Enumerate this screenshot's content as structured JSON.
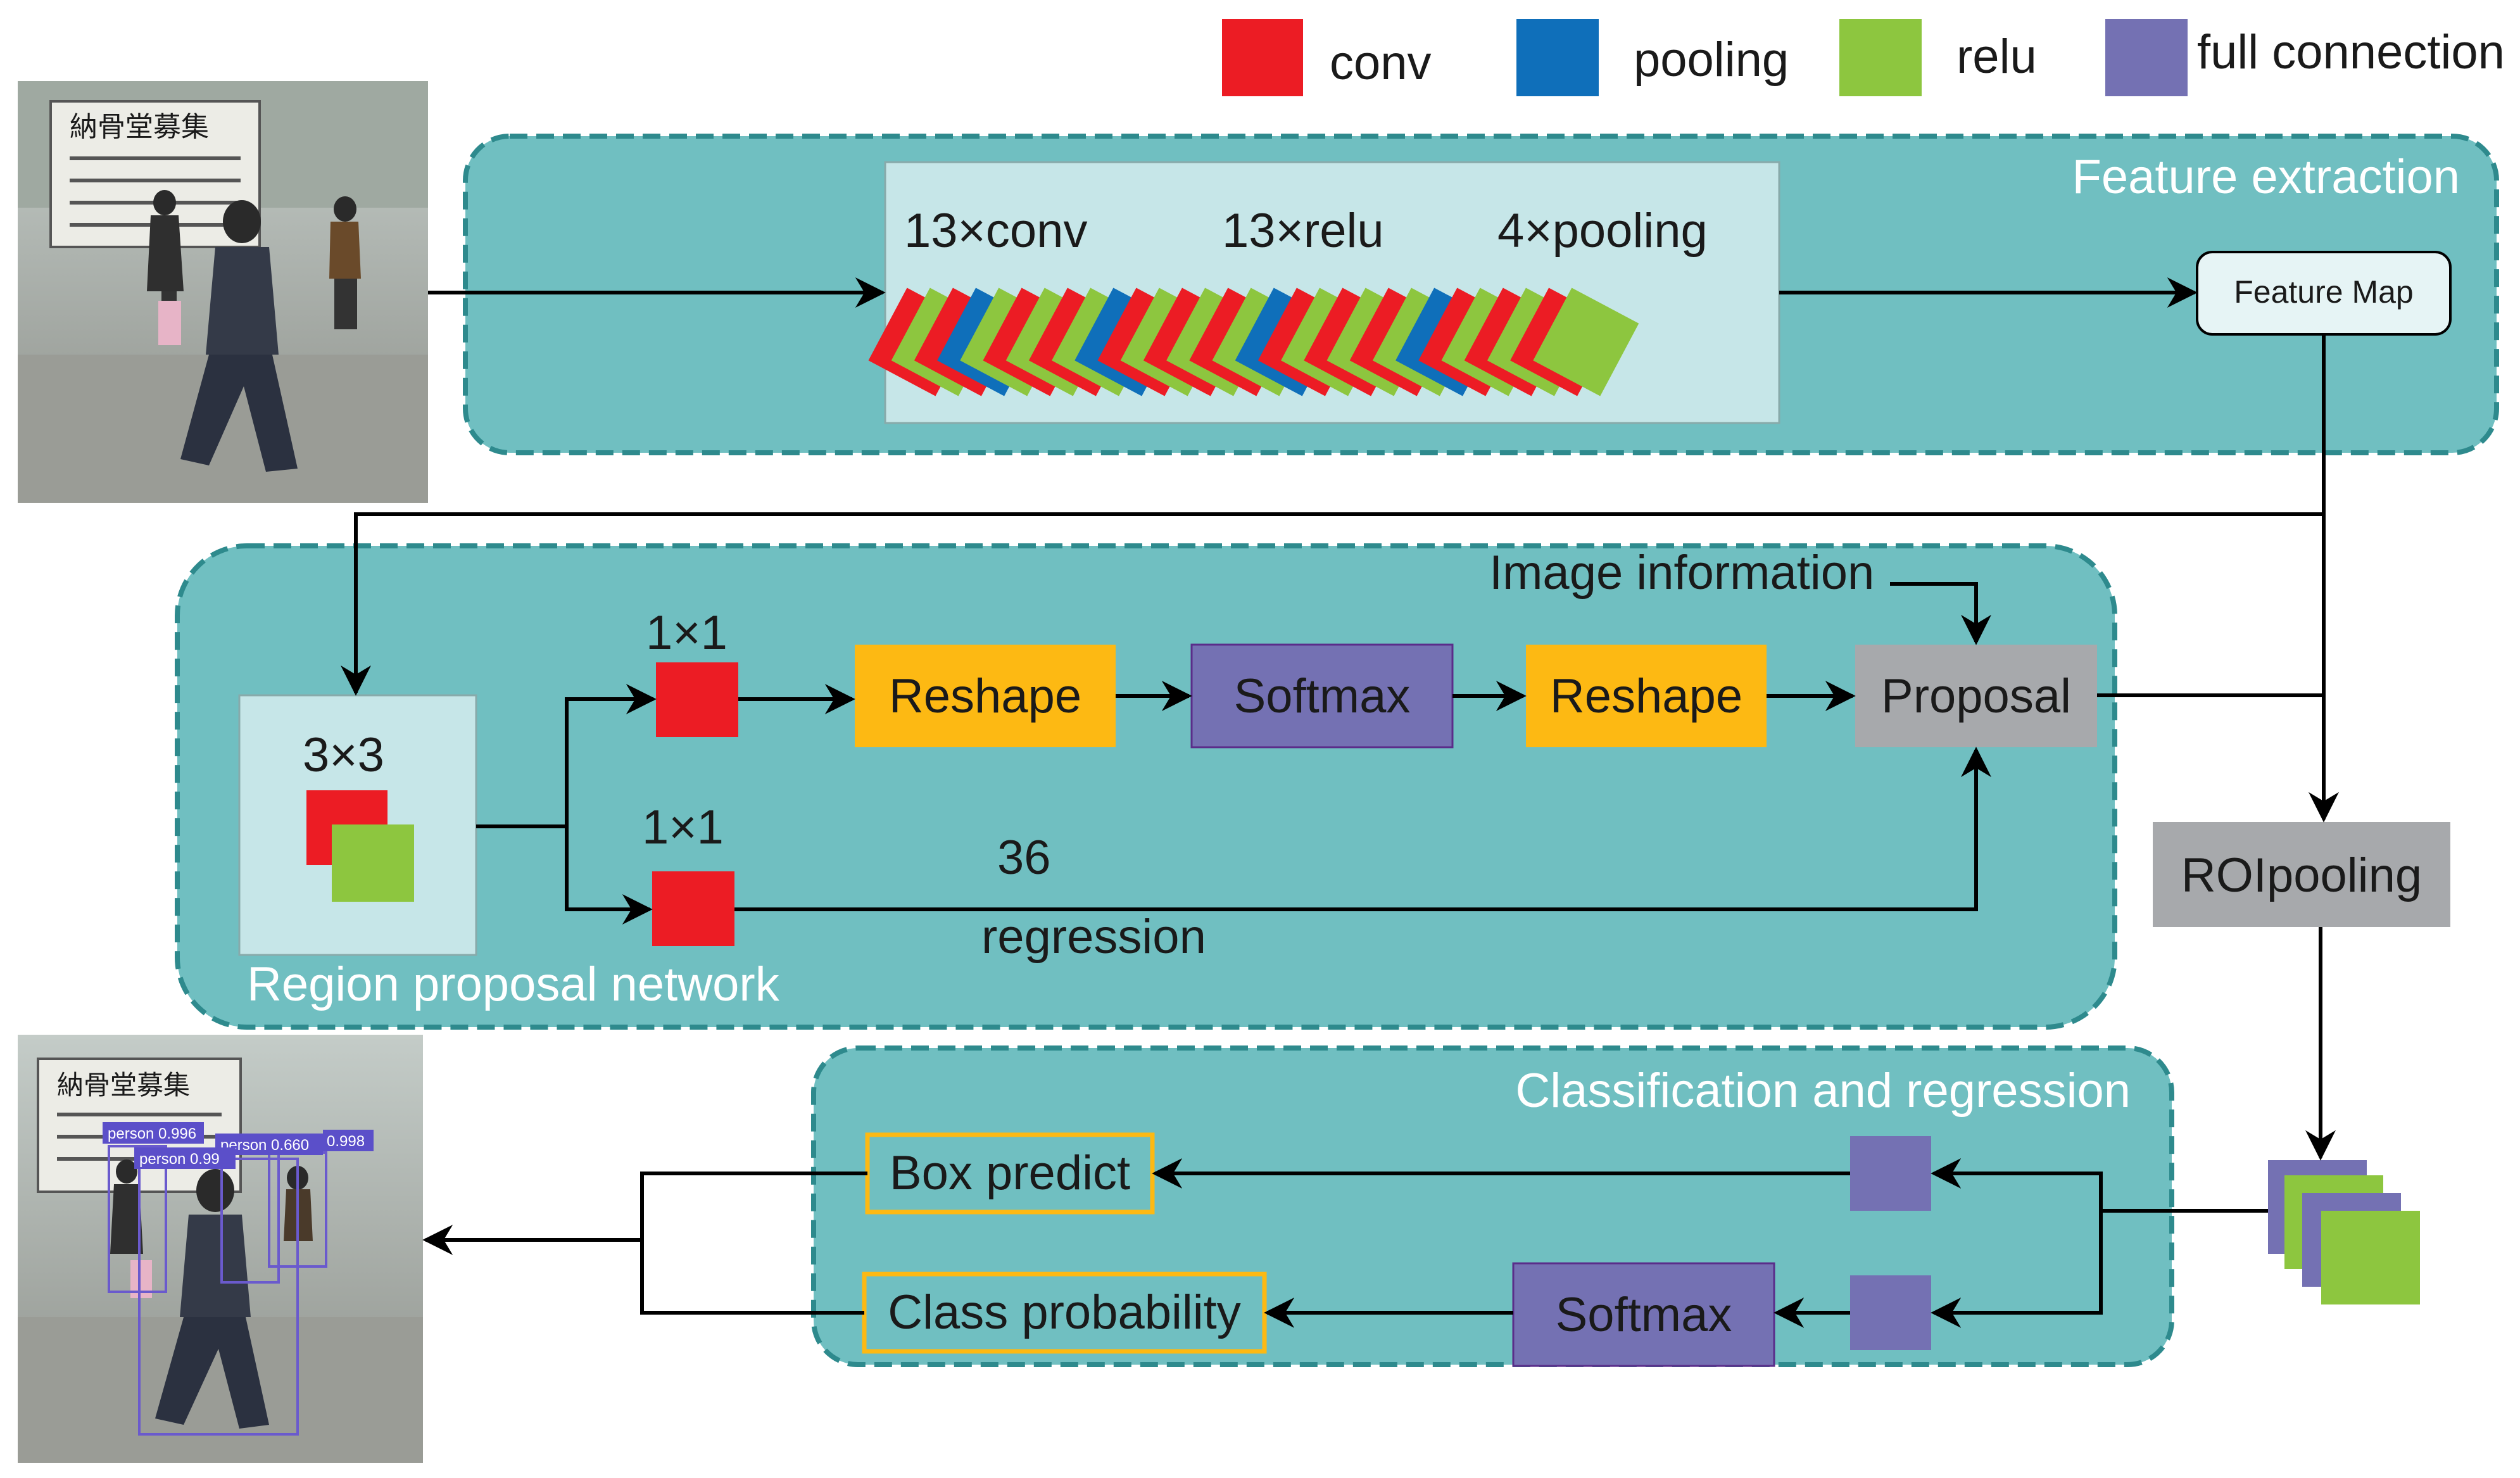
{
  "legend": [
    {
      "label": "conv",
      "color": "#ec1c24"
    },
    {
      "label": "pooling",
      "color": "#0f6fba"
    },
    {
      "label": "relu",
      "color": "#8dc63f"
    },
    {
      "label": "full connection",
      "color": "#7471b3"
    }
  ],
  "colors": {
    "panel": "#70bfc1",
    "panel_border": "#2e8a8d",
    "light_box": "#c6e6e8",
    "yellow": "#fdb913",
    "gray": "#a7a9ac",
    "purple": "#7471b3"
  },
  "feature_extraction": {
    "title": "Feature extraction",
    "label_conv": "13×conv",
    "label_relu": "13×relu",
    "label_pooling": "4×pooling",
    "feature_map": "Feature Map",
    "layer_sequence": [
      "conv",
      "relu",
      "conv",
      "pool",
      "relu",
      "conv",
      "relu",
      "conv",
      "relu",
      "pool",
      "conv",
      "relu",
      "conv",
      "relu",
      "conv",
      "relu",
      "pool",
      "conv",
      "relu",
      "conv",
      "relu",
      "conv",
      "relu",
      "pool",
      "conv",
      "relu",
      "conv",
      "relu",
      "conv",
      "relu"
    ]
  },
  "rpn": {
    "title": "Region proposal network",
    "conv3": "3×3",
    "conv1_top": "1×1",
    "conv1_bottom": "1×1",
    "reshape1": "Reshape",
    "softmax": "Softmax",
    "reshape2": "Reshape",
    "proposal": "Proposal",
    "image_info": "Image information",
    "reg_count": "36",
    "reg_label": "regression"
  },
  "roi": {
    "label": "ROIpooling"
  },
  "classification": {
    "title": "Classification and regression",
    "box_predict": "Box predict",
    "class_prob": "Class probability",
    "softmax": "Softmax"
  },
  "input_photo": {
    "sign_title": "納骨堂募集"
  },
  "output_photo": {
    "sign_title": "納骨堂募集",
    "detections": [
      "person 0.996",
      "person 0.660",
      "0.998",
      "person 0.99"
    ]
  }
}
